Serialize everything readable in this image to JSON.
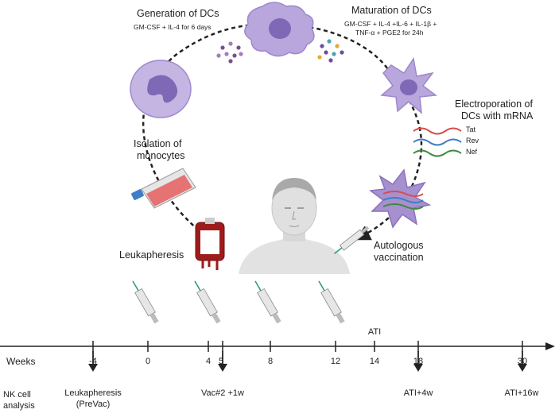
{
  "steps": {
    "generation_title": "Generation of DCs",
    "generation_detail": "GM-CSF + IL-4 for 6 days",
    "maturation_title": "Maturation of DCs",
    "maturation_detail_1": "GM-CSF + IL-4 +IL-6 + IL-1β +",
    "maturation_detail_2": "TNF-α + PGE2 for 24h",
    "electroporation_1": "Electroporation of",
    "electroporation_2": "DCs with mRNA",
    "isolation_1": "Isolation of",
    "isolation_2": "monocytes",
    "leukapheresis": "Leukapheresis",
    "vaccination_1": "Autologous",
    "vaccination_2": "vaccination"
  },
  "mrna": [
    {
      "label": "Tat",
      "color": "#d94c4c"
    },
    {
      "label": "Rev",
      "color": "#3d7fc1"
    },
    {
      "label": "Nef",
      "color": "#3f8a3f"
    }
  ],
  "timeline": {
    "row_label": "Weeks",
    "ticks": [
      "-4",
      "0",
      "4",
      "5",
      "8",
      "12",
      "14",
      "18",
      "30"
    ],
    "ati_label": "ATI",
    "analysis_label_1": "NK cell",
    "analysis_label_2": "analysis",
    "sample_1a": "Leukapheresis",
    "sample_1b": "(PreVac)",
    "sample_2": "Vac#2 +1w",
    "sample_3": "ATI+4w",
    "sample_4": "ATI+16w"
  },
  "colors": {
    "cell_fill": "#b8a6dc",
    "cell_nucleus": "#7f68b5",
    "flask_cap": "#3f7fc7",
    "flask_liquid": "#e57373",
    "blood": "#9e1b1b",
    "syringe_needle": "#2f9a86",
    "axis": "#222222"
  }
}
